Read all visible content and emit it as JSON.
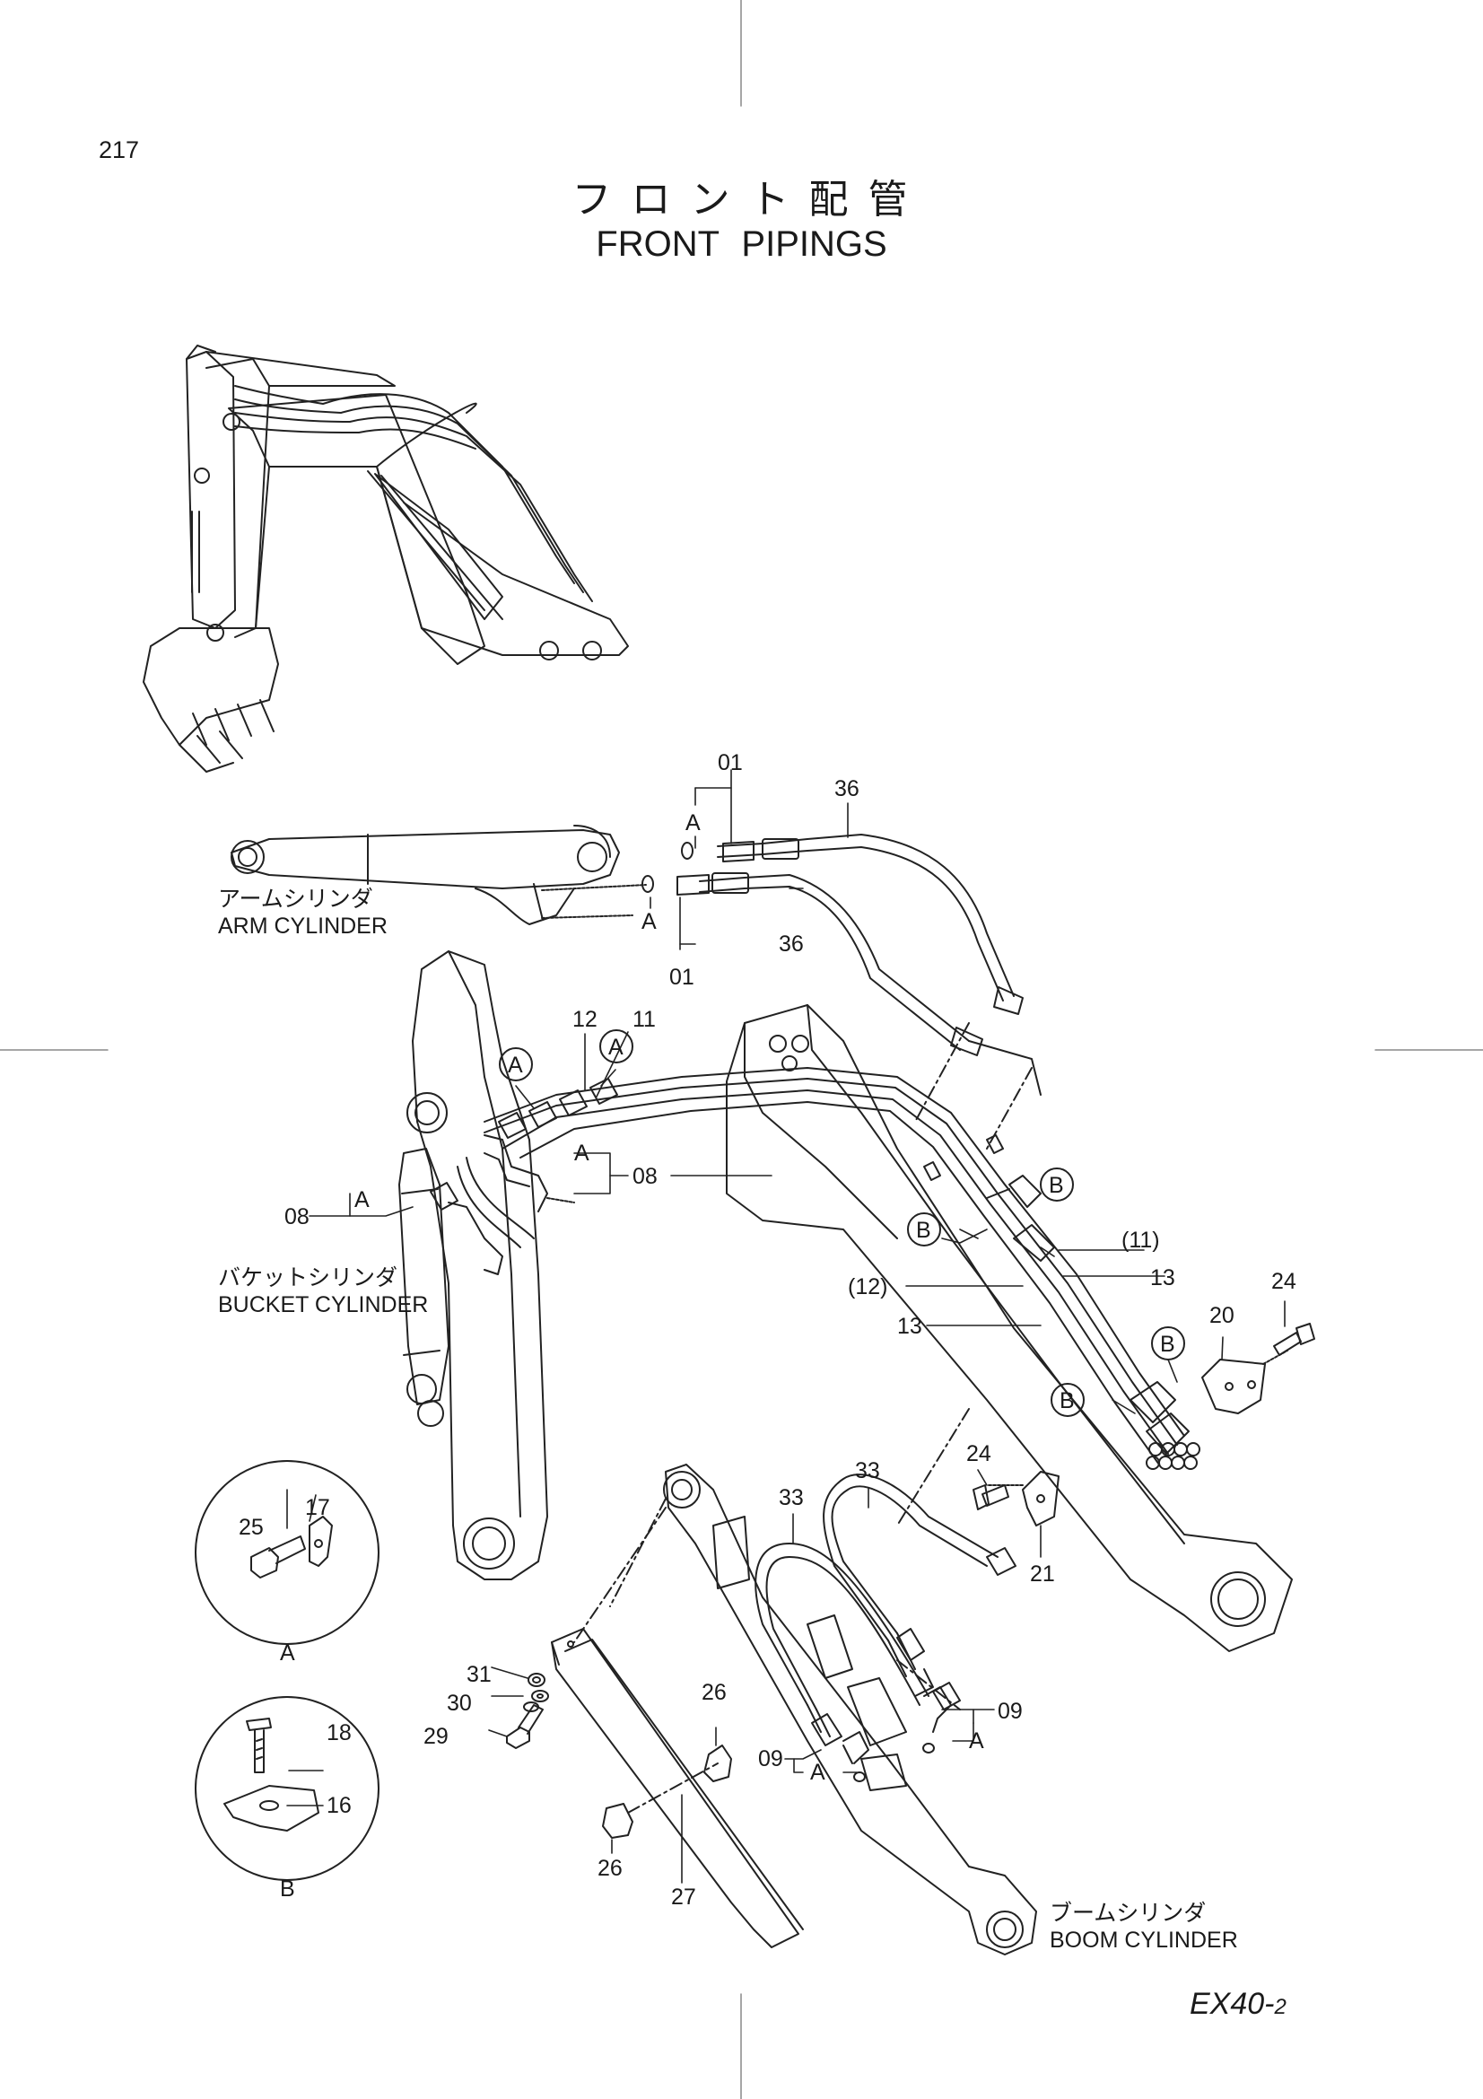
{
  "page_number": "217",
  "title_jp": "フロント配管",
  "title_en": "FRONT PIPINGS",
  "model_main": "EX40-",
  "model_sub": "2",
  "components": {
    "arm_cylinder_jp": "アームシリンダ",
    "arm_cylinder_en": "ARM CYLINDER",
    "bucket_cylinder_jp": "バケットシリンダ",
    "bucket_cylinder_en": "BUCKET CYLINDER",
    "boom_cylinder_jp": "ブームシリンダ",
    "boom_cylinder_en": "BOOM CYLINDER"
  },
  "detail_views": {
    "a": "A",
    "b": "B"
  },
  "callouts": {
    "p01_top": "01",
    "p01_bot": "01",
    "p36_top": "36",
    "p36_bot": "36",
    "pA_top": "A",
    "pA_bot": "A",
    "p12": "12",
    "p11": "11",
    "circA1": "A",
    "circA2": "A",
    "p08_right": "08",
    "pA_08r": "A",
    "p08_left": "08",
    "pA_08l": "A",
    "circB1": "B",
    "circB2": "B",
    "circB3": "B",
    "circB4": "B",
    "p11_paren": "(11)",
    "p13_a": "13",
    "p12_paren": "(12)",
    "p13_b": "13",
    "p20": "20",
    "p24_top": "24",
    "p24_mid": "24",
    "p21": "21",
    "p33_a": "33",
    "p33_b": "33",
    "p09_right": "09",
    "pA_09r": "A",
    "p09_left": "09",
    "pA_09l": "A",
    "p25": "25",
    "p17": "17",
    "p18": "18",
    "p16": "16",
    "p31": "31",
    "p30": "30",
    "p29": "29",
    "p26_top": "26",
    "p26_bot": "26",
    "p27": "27"
  }
}
